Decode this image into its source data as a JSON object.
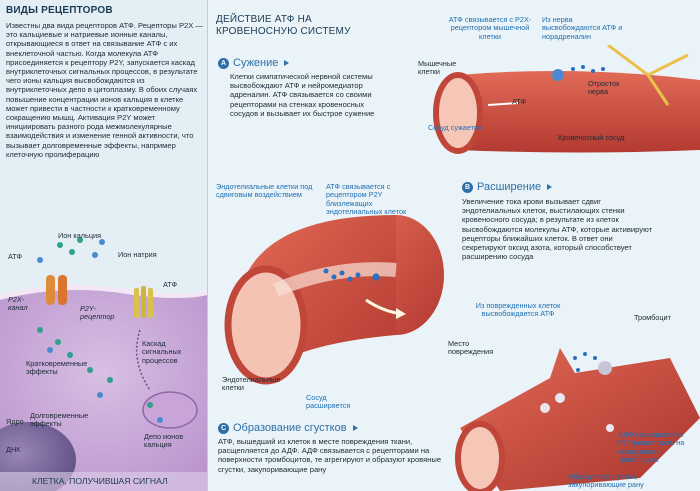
{
  "left": {
    "header": "ВИДЫ РЕЦЕПТОРОВ",
    "paragraph": "Известны два вида рецепторов АТФ. Рецепторы P2X — это кальциевые и натриевые ионные каналы, открывающиеся в ответ на связывание АТФ с их внеклеточной частью. Когда молекула АТФ присоединяется к рецептору P2Y, запускается каскад внутриклеточных сигнальных процессов, в результате чего ионы кальция высвобождаются из внутриклеточных депо в цитоплазму. В обоих случаях повышение концентрации ионов кальция в клетке может привести в частности к кратковременному сокращению мышц. Активация P2Y может инициировать разного рода межмолекулярные взаимодействия и изменение генной активности, что вызывает долговременные эффекты, например клеточную пролиферацию",
    "labels": {
      "calcium_ion": "Ион кальция",
      "sodium_ion": "Ион натрия",
      "atp_left": "АТФ",
      "atp_right": "АТФ",
      "p2x": "P2X-канал",
      "p2y": "P2Y-рецептор",
      "cascade": "Каскад сигнальных процессов",
      "short_effects": "Кратковременные эффекты",
      "long_effects": "Долговременные эффекты",
      "nucleus": "Ядро",
      "dna": "ДНК",
      "depot": "Депо ионов кальция",
      "footer": "КЛЕТКА, ПОЛУЧИВШАЯ СИГНАЛ"
    }
  },
  "middle": {
    "header": "ДЕЙСТВИЕ АТФ НА КРОВЕНОСНУЮ СИСТЕМУ",
    "section_a": {
      "badge": "A",
      "title": "Сужение",
      "text": "Клетки симпатической нервной системы высвобождают АТФ и нейромедиатор адреналин. АТФ связывается со своими рецепторами на стенках кровеносных сосудов и вызывает их быстрое сужение"
    },
    "section_c": {
      "badge": "C",
      "title": "Образование сгустков",
      "text": "АТФ, вышедший из клеток в месте повреждения ткани, расщепляется до АДФ. АДФ связывается с рецепторами на поверхности тромбоцитов, те агрегируют и образуют кровяные сгустки, закупоривающие рану"
    },
    "labels": {
      "endo_release": "Эндотелиальные клетки под сдвиговым воздействием",
      "atp_p2y": "АТФ связывается с рецептором P2Y близлежащих эндотелиальных клеток",
      "endo_cells": "Эндотелиальные клетки",
      "vessel_dilates": "Сосуд расширяется"
    }
  },
  "right": {
    "top_labels": {
      "atp_p2x": "АТФ связывается с P2X-рецептором мышечной клетки",
      "nerve_release": "Из нерва высвобождаются АТФ и норадреналин",
      "muscle_cells": "Мышечные клетки",
      "atp": "АТФ",
      "nerve_process": "Отросток нерва",
      "vessel_narrows": "Сосуд сужается",
      "blood_vessel": "Кровеносный сосуд"
    },
    "section_b": {
      "badge": "B",
      "title": "Расширение",
      "text": "Увеличение тока крови вызывает сдвиг эндотелиальных клеток, выстилающих стенки кровеносного сосуда; в результате из клеток высвобождаются молекулы АТФ, которые активируют рецепторы ближайших клеток. В ответ они секретируют оксид азота, который способствует расширению сосуда"
    },
    "bottom_labels": {
      "damaged_release": "Из поврежденных клеток высвобождается АТФ",
      "platelet": "Тромбоцит",
      "damage_site": "Место повреждения",
      "adp_bind": "АДФ связывается с P2Y-рецептором на поверхности тромбоцита",
      "clots_form": "Образуются сгустки, закупоривающие рану"
    }
  },
  "colors": {
    "accent": "#2d6fa6",
    "label_blue": "#1f6fb3",
    "vessel_red": "#c9473c",
    "vessel_pink": "#f2b6a6",
    "background": "#eaf3f8"
  }
}
